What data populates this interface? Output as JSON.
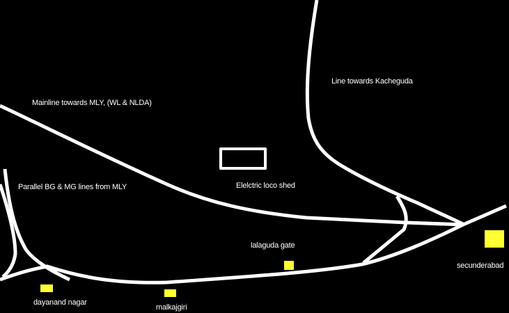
{
  "labels": {
    "mainline": "Mainline towards MLY, (WL & NLDA)",
    "kacheguda": "Line towards Kacheguda",
    "parallel": "Parallel BG & MG lines from MLY",
    "loco_shed": "Elelctric loco shed",
    "lalaguda": "lalaguda gate",
    "secunderabad": "secunderabad",
    "dayanand": "dayanand nagar",
    "malkajgiri": "malkajgiri"
  },
  "colors": {
    "background": "#000000",
    "track": "#ffffff",
    "station": "#ffff33"
  }
}
